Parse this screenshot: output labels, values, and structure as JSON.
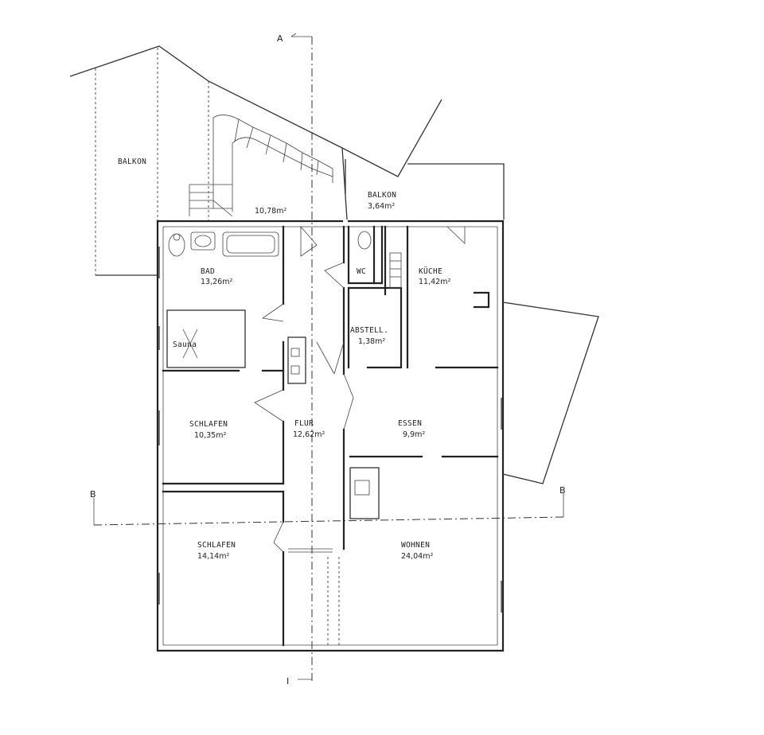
{
  "rooms": {
    "balkon_left": {
      "name": "BALKON"
    },
    "stair": {
      "name": "",
      "area": "10,78m²"
    },
    "balkon_right": {
      "name": "BALKON",
      "area": "3,64m²"
    },
    "bad": {
      "name": "BAD",
      "area": "13,26m²"
    },
    "sauna": {
      "name": "Sauna"
    },
    "wc": {
      "name": "WC"
    },
    "kueche": {
      "name": "KÜCHE",
      "area": "11,42m²"
    },
    "abstell": {
      "name": "ABSTELL.",
      "area": "1,38m²"
    },
    "schlafen1": {
      "name": "SCHLAFEN",
      "area": "10,35m²"
    },
    "flur": {
      "name": "FLUR",
      "area": "12,62m²"
    },
    "essen": {
      "name": "ESSEN",
      "area": "9,9m²"
    },
    "schlafen2": {
      "name": "SCHLAFEN",
      "area": "14,14m²"
    },
    "wohnen": {
      "name": "WOHNEN",
      "area": "24,04m²"
    }
  },
  "sections": {
    "a_top": "A",
    "a_bottom": "I",
    "b_left": "B",
    "b_right": "B"
  }
}
